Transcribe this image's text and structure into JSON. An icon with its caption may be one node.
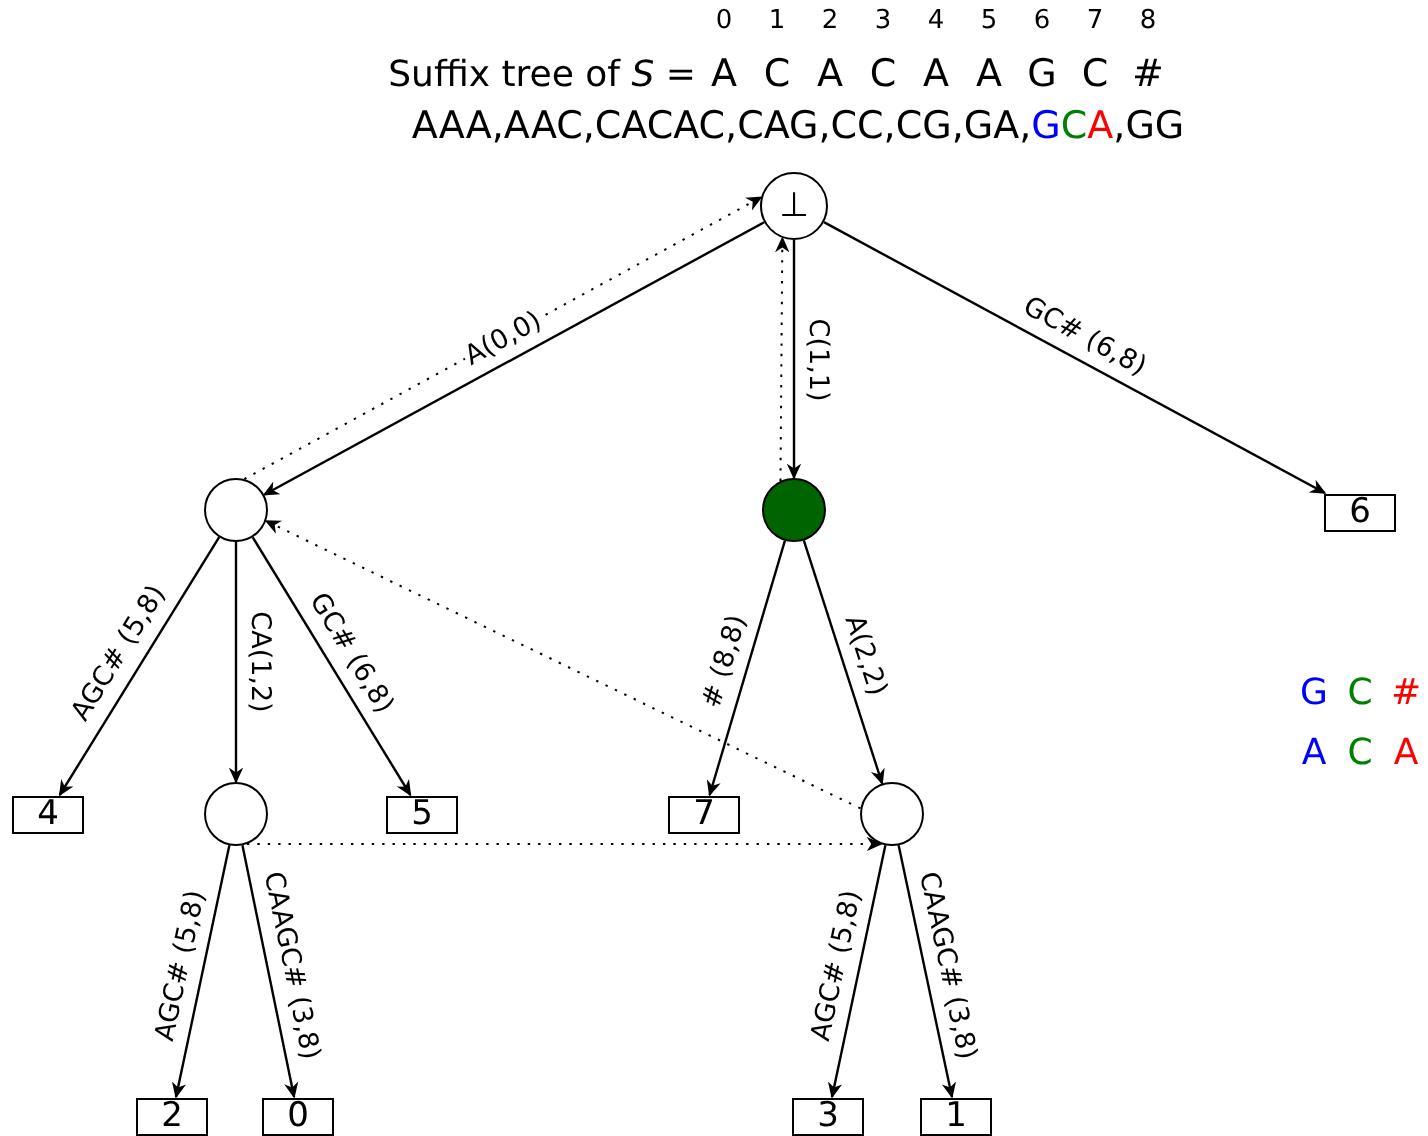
{
  "diagram": {
    "title": "Suffix tree of *S* =",
    "nodes": [
      {
        "text": [
          "⊥"
        ]
      },
      {
        "text": [],
        "shape": "circle"
      },
      {
        "text": [],
        "shape": "circle"
      },
      {
        "text": [
          "6"
        ]
      },
      {
        "text": [
          "4"
        ]
      },
      {
        "text": [],
        "shape": "circle"
      },
      {
        "text": [
          "5"
        ]
      },
      {
        "text": [
          "7"
        ]
      },
      {
        "text": [],
        "shape": "circle"
      },
      {
        "text": [
          "2"
        ]
      },
      {
        "text": [
          "0"
        ]
      },
      {
        "text": [
          "3"
        ]
      },
      {
        "text": [
          "1"
        ]
      }
    ],
    "edges": [
      {
        "from": 0,
        "to": 1,
        "arrow": "to",
        "label": "A(0,0)"
      },
      {
        "from": 0,
        "to": 2,
        "arrow": "to",
        "label": "C(1,1)"
      },
      {
        "from": 0,
        "to": 3,
        "arrow": "to",
        "label": "GC# (6,8)"
      },
      {
        "from": 1,
        "to": 4,
        "arrow": "to",
        "label": "AGC# (5,8)"
      },
      {
        "from": 1,
        "to": 5,
        "arrow": "to",
        "label": "CA(1,2)"
      },
      {
        "from": 1,
        "to": 6,
        "arrow": "to",
        "label": "GC# (6,8)"
      },
      {
        "from": 2,
        "to": 7,
        "arrow": "to",
        "label": "# (8,8)"
      },
      {
        "from": 2,
        "to": 8,
        "arrow": "to",
        "label": "A(2,2)"
      },
      {
        "from": 5,
        "to": 9,
        "arrow": "to",
        "label": "AGC# (5,8)"
      },
      {
        "from": 5,
        "to": 10,
        "arrow": "to",
        "label": "CAAGC# (3,8)"
      },
      {
        "from": 8,
        "to": 11,
        "arrow": "to",
        "label": "AGC# (5,8)"
      },
      {
        "from": 8,
        "to": 12,
        "arrow": "to",
        "label": "CAAGC# (3,8)"
      },
      {
        "from": 1,
        "to": 0,
        "arrow": "to",
        "style": "dashed"
      },
      {
        "from": 2,
        "to": 0,
        "arrow": "to",
        "style": "dashed"
      },
      {
        "from": 8,
        "to": 1,
        "arrow": "to",
        "style": "dashed"
      },
      {
        "from": 5,
        "to": 8,
        "arrow": "to",
        "style": "dashed"
      }
    ],
    "labels": [
      "0",
      "1",
      "2",
      "3",
      "4",
      "5",
      "6",
      "7",
      "8",
      "A",
      "C",
      "A",
      "C",
      "A",
      "A",
      "G",
      "C",
      "#",
      "AAA,AAC,CACAC,CAG,CC,CG,GA,",
      "G",
      "C",
      "A",
      ",GG",
      "G",
      "C",
      "#",
      "A",
      "C",
      "A"
    ]
  }
}
